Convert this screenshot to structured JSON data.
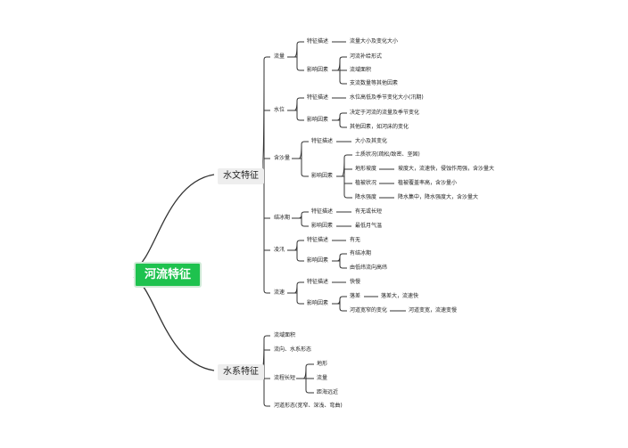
{
  "map": {
    "root": "河流特征",
    "hydro": {
      "label": "水文特征",
      "flow": {
        "label": "流量",
        "char": "特征描述",
        "char_val": "流量大小及变化大小",
        "infl": "影响因素",
        "infl_items": [
          "河流补给形式",
          "流域面积",
          "支流数量等其他因素"
        ]
      },
      "level": {
        "label": "水位",
        "char": "特征描述",
        "char_val": "水位高低及季节变化大小(汛期)",
        "infl": "影响因素",
        "infl_items": [
          "决定于河流的流量及季节变化",
          "其他因素，如河床的变化"
        ]
      },
      "sediment": {
        "label": "含沙量",
        "char": "特征描述",
        "char_val": "大小及其变化",
        "infl": "影响因素",
        "soil": "土质状况(疏松/致密、坚固)",
        "slope": "地形坡度",
        "slope_val": "坡度大，流速快，侵蚀作用强，含沙量大",
        "veg": "植被状况",
        "veg_val": "植被覆盖率高，含沙量小",
        "rain": "降水强度",
        "rain_val": "降水集中，降水强度大，含沙量大"
      },
      "ice": {
        "label": "结冰期",
        "char": "特征描述",
        "char_val": "有无或长短",
        "infl": "影响因素",
        "infl_val": "最低月气温"
      },
      "floe": {
        "label": "凌汛",
        "char": "特征描述",
        "char_val": "有无",
        "infl": "影响因素",
        "infl_items": [
          "有结冰期",
          "由低纬流向高纬"
        ]
      },
      "speed": {
        "label": "流速",
        "char": "特征描述",
        "char_val": "快慢",
        "infl": "影响因素",
        "drop": "落差",
        "drop_val": "落差大，流速快",
        "width": "河道宽窄的变化",
        "width_val": "河道变宽，流速变慢"
      }
    },
    "system": {
      "label": "水系特征",
      "area": "流域面积",
      "shape": "流向、水系形态",
      "length": {
        "label": "流程长短",
        "items": [
          "地形",
          "流量",
          "距海远近"
        ]
      },
      "channel": "河道形态(宽窄、深浅、弯曲)"
    }
  }
}
